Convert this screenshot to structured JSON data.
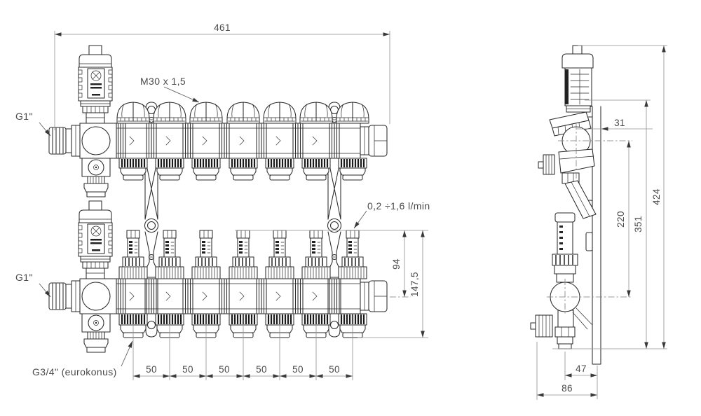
{
  "front_view": {
    "width_total": "461",
    "valve_thread": "M30 x 1,5",
    "inlet_top": "G1\"",
    "inlet_bottom": "G1\"",
    "flow_range": "0,2 ÷1,6 l/min",
    "outlet_thread": "G3/4\" (eurokonus)",
    "outlet_spacing": [
      "50",
      "50",
      "50",
      "50",
      "50",
      "50"
    ],
    "flowmeter_height": "94",
    "total_height": "147,5"
  },
  "side_view": {
    "axis_to_wall": "31",
    "axis_distance": "220",
    "bracket_height": "351",
    "total_height": "424",
    "outlet_to_wall": "47",
    "total_depth": "86"
  },
  "colors": {
    "line": "#2a2a2a",
    "dim": "#8f8f8f",
    "text": "#4a4a4a",
    "bg": "#ffffff"
  }
}
